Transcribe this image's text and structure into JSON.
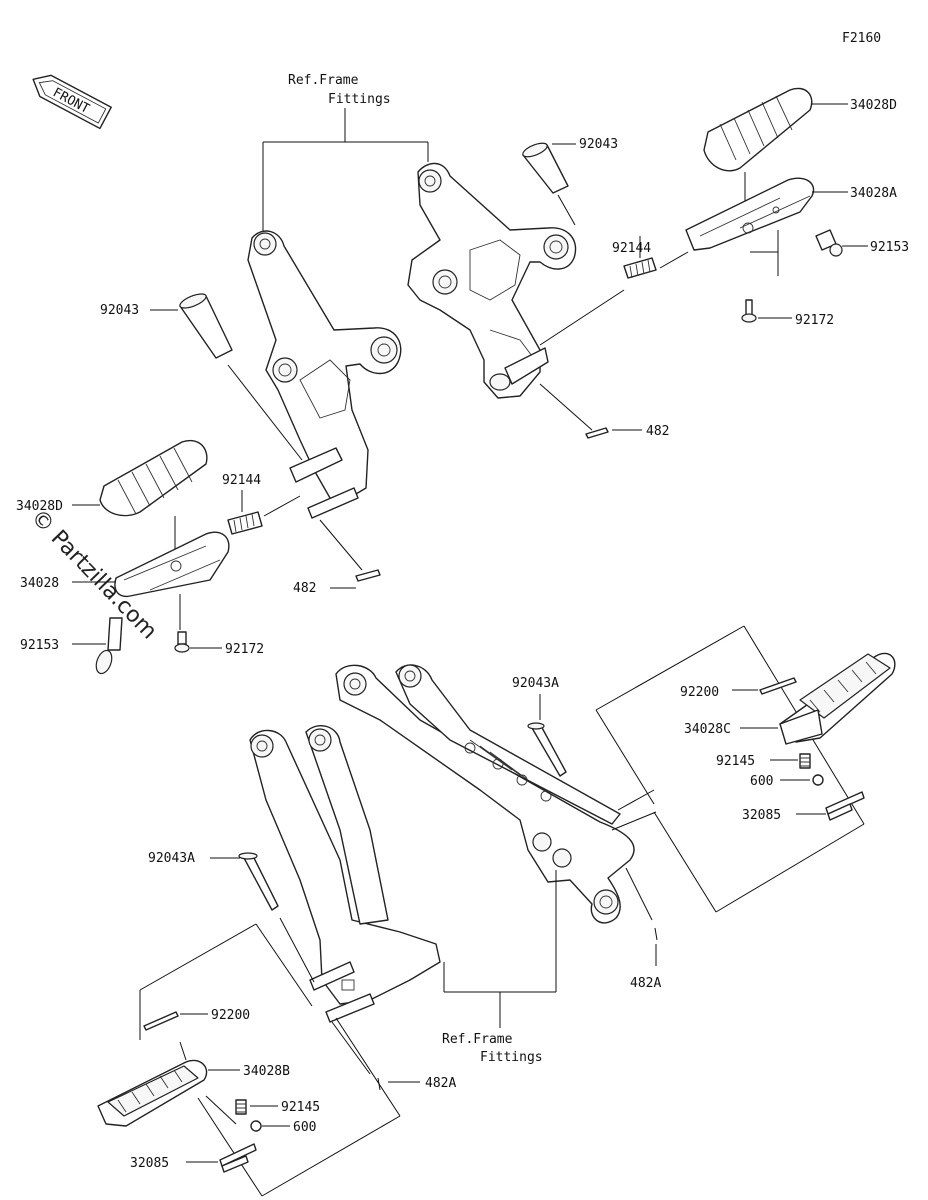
{
  "diagram_code": "F2160",
  "front_label": "FRONT",
  "watermark": "© Partzilla.com",
  "ref_upper_1": "Ref.Frame",
  "ref_upper_2": "Fittings",
  "ref_lower_1": "Ref.Frame",
  "ref_lower_2": "Fittings",
  "labels": {
    "p92043_r": "92043",
    "p34028D_r": "34028D",
    "p34028A": "34028A",
    "p92144_r": "92144",
    "p92153_r": "92153",
    "p92172_r": "92172",
    "p482_r": "482",
    "p92043_l": "92043",
    "p92144_l": "92144",
    "p34028D_l": "34028D",
    "p34028": "34028",
    "p482_l": "482",
    "p92153_l": "92153",
    "p92172_l": "92172",
    "p92043A_r": "92043A",
    "p92200_r": "92200",
    "p34028C": "34028C",
    "p92145_r": "92145",
    "p600_r": "600",
    "p32085_r": "32085",
    "p482A_r": "482A",
    "p92043A_l": "92043A",
    "p92200_l": "92200",
    "p34028B": "34028B",
    "p482A_l": "482A",
    "p92145_l": "92145",
    "p600_l": "600",
    "p32085_l": "32085"
  }
}
